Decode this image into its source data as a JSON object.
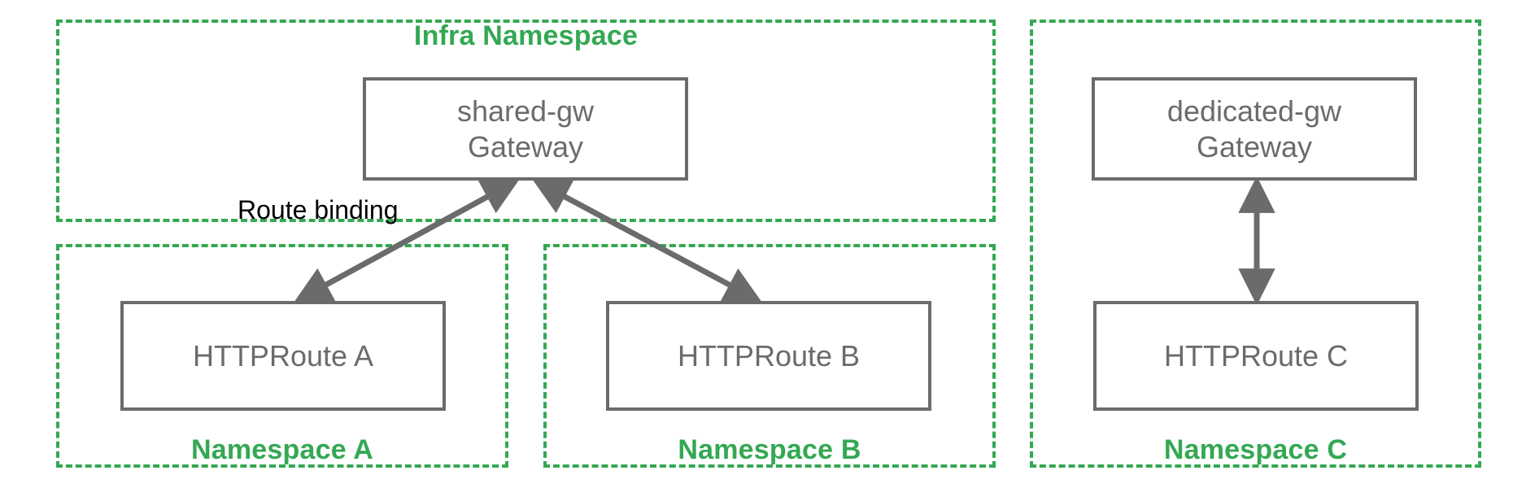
{
  "diagram": {
    "title": "Kubernetes Gateway API namespace route binding",
    "background_color": "#ffffff",
    "namespace_border_color": "#34a853",
    "namespace_label_color": "#34a853",
    "node_border_color": "#6b6b6b",
    "node_text_color": "#6b6b6b",
    "edge_color": "#6b6b6b",
    "edge_label_color": "#000000"
  },
  "namespaces": [
    {
      "id": "infra",
      "label": "Infra Namespace",
      "label_position": "top"
    },
    {
      "id": "ns-a",
      "label": "Namespace A",
      "label_position": "bottom"
    },
    {
      "id": "ns-b",
      "label": "Namespace B",
      "label_position": "bottom"
    },
    {
      "id": "ns-c",
      "label": "Namespace C",
      "label_position": "bottom"
    }
  ],
  "nodes": [
    {
      "id": "shared-gw",
      "line1": "shared-gw",
      "line2": "Gateway",
      "namespace": "infra"
    },
    {
      "id": "dedicated-gw",
      "line1": "dedicated-gw",
      "line2": "Gateway",
      "namespace": "ns-c"
    },
    {
      "id": "route-a",
      "line1": "HTTPRoute A",
      "line2": "",
      "namespace": "ns-a"
    },
    {
      "id": "route-b",
      "line1": "HTTPRoute B",
      "line2": "",
      "namespace": "ns-b"
    },
    {
      "id": "route-c",
      "line1": "HTTPRoute C",
      "line2": "",
      "namespace": "ns-c"
    }
  ],
  "edges": [
    {
      "id": "edge-a",
      "from": "route-a",
      "to": "shared-gw",
      "direction": "both",
      "label": "Route binding"
    },
    {
      "id": "edge-b",
      "from": "route-b",
      "to": "shared-gw",
      "direction": "both",
      "label": ""
    },
    {
      "id": "edge-c",
      "from": "route-c",
      "to": "dedicated-gw",
      "direction": "both",
      "label": ""
    }
  ],
  "labels": {
    "route_binding": "Route binding",
    "infra_namespace": "Infra Namespace",
    "namespace_a": "Namespace A",
    "namespace_b": "Namespace B",
    "namespace_c": "Namespace C",
    "shared_gw_line1": "shared-gw",
    "shared_gw_line2": "Gateway",
    "dedicated_gw_line1": "dedicated-gw",
    "dedicated_gw_line2": "Gateway",
    "httproute_a": "HTTPRoute A",
    "httproute_b": "HTTPRoute B",
    "httproute_c": "HTTPRoute C"
  }
}
